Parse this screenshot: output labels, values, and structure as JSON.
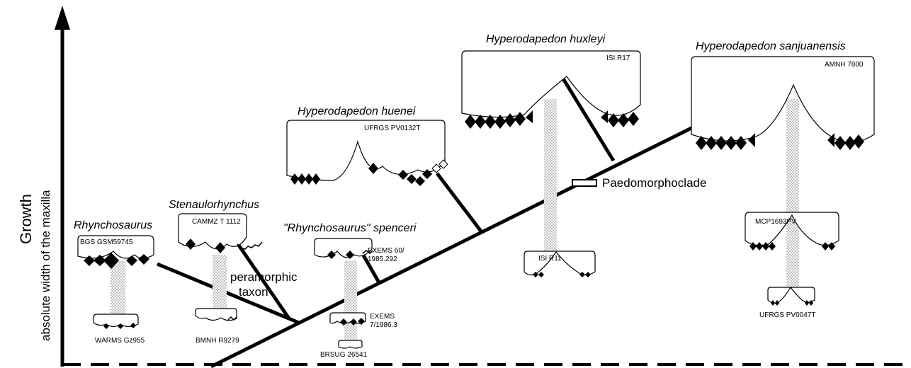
{
  "axis": {
    "y_label": "Growth",
    "y_sublabel": "absolute width of the maxilla"
  },
  "annotations": {
    "paedomorphoclade": "Paedomorphoclade",
    "peramorphic_line1": "peramorphic",
    "peramorphic_line2": "taxon"
  },
  "taxa": [
    {
      "name": "Rhynchosaurus",
      "adult_specimen": "BGS GSM59745",
      "juvenile_specimen": "WARMS Gz955"
    },
    {
      "name": "Stenaulorhynchus",
      "adult_specimen": "CAMMZ T 1112",
      "juvenile_specimen": "BMNH R9279"
    },
    {
      "name": "\"Rhynchosaurus\" spenceri",
      "adult_specimen_line1": "EXEMS 60/",
      "adult_specimen_line2": "1985.292",
      "juvenile_specimen_line1": "EXEMS",
      "juvenile_specimen_line2": "7/1986.3",
      "small_specimen": "BRSUG 26541"
    },
    {
      "name": "Hyperodapedon huenei",
      "adult_specimen": "UFRGS PV0132T"
    },
    {
      "name": "Hyperodapedon huxleyi",
      "adult_specimen": "ISI R17",
      "juvenile_specimen": "ISI R11"
    },
    {
      "name": "Hyperodapedon sanjuanensis",
      "adult_specimen": "AMNH 7800",
      "juvenile_specimen": "MCP1693PV",
      "small_specimen": "UFRGS PV0047T"
    }
  ]
}
